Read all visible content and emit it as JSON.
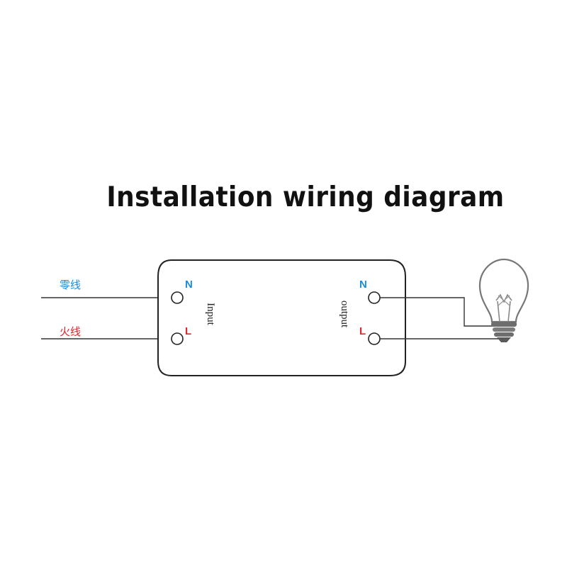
{
  "title": "Installation wiring diagram",
  "labels": {
    "neutral_cn": "零线",
    "live_cn": "火线",
    "input_N": "N",
    "input_L": "L",
    "output_N": "N",
    "output_L": "L",
    "input_side": "Input",
    "output_side": "output"
  },
  "colors": {
    "neutral": "#1a8ce0",
    "live": "#e0262e",
    "line": "#333333"
  },
  "icons": [
    "lightbulb-icon"
  ]
}
